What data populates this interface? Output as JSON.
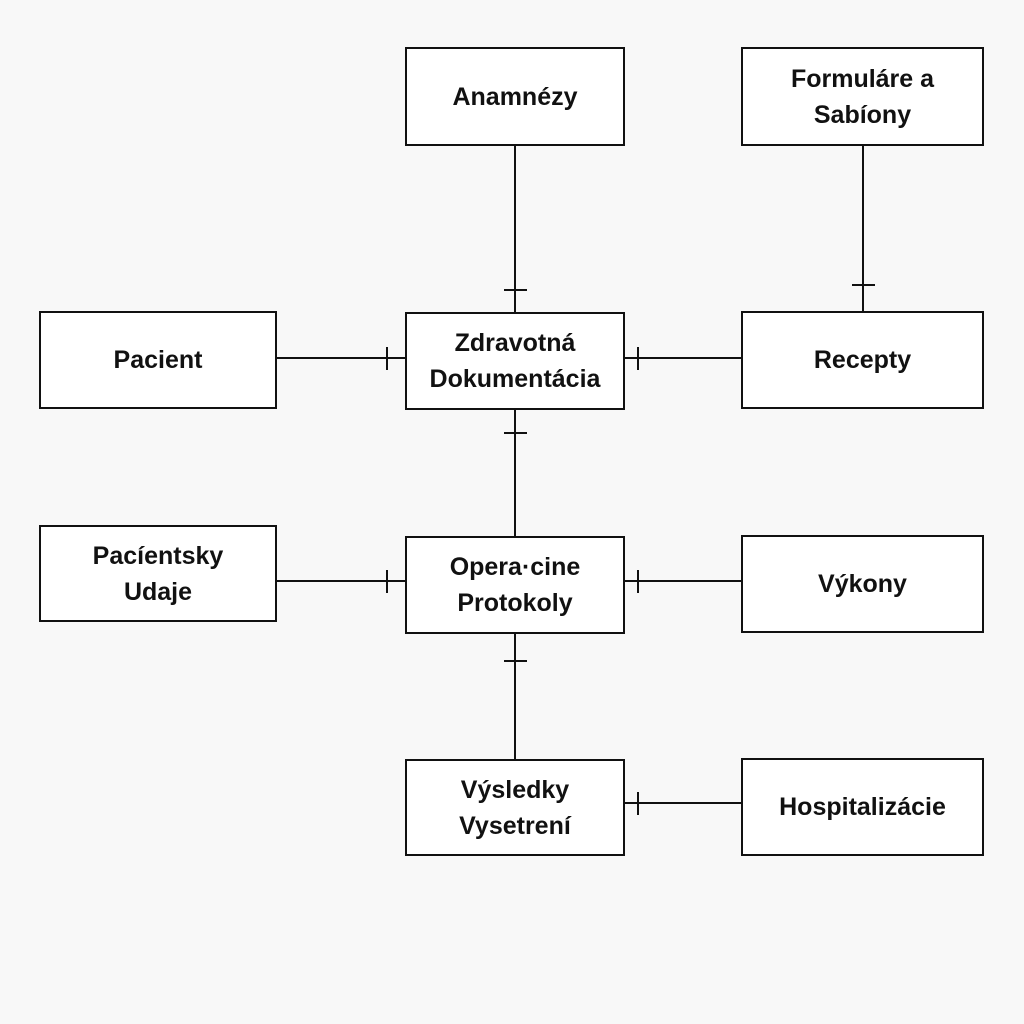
{
  "nodes": {
    "anamnezy": "Anamnézy",
    "formulare": "Formuláre a\nSabíony",
    "pacient": "Pacient",
    "zdravotna": "Zdravotná\nDokumentácia",
    "recepty": "Recepty",
    "pacientsky": "Pacíentsky\nUdaje",
    "operacne": "Opera·cine\n Protokoly",
    "vykony": "Výkony",
    "vysledky": "Výsledky\nVysetrení",
    "hospitalizacie": "Hospitalizácie"
  },
  "connections": [
    {
      "from": "anamnezy",
      "to": "zdravotna"
    },
    {
      "from": "formulare",
      "to": "recepty"
    },
    {
      "from": "pacient",
      "to": "zdravotna"
    },
    {
      "from": "recepty",
      "to": "zdravotna"
    },
    {
      "from": "zdravotna",
      "to": "operacne"
    },
    {
      "from": "pacientsky",
      "to": "operacne"
    },
    {
      "from": "vykony",
      "to": "operacne"
    },
    {
      "from": "operacne",
      "to": "vysledky"
    },
    {
      "from": "hospitalizacie",
      "to": "vysledky"
    }
  ],
  "colors": {
    "background": "#f8f8f8",
    "box_fill": "#ffffff",
    "stroke": "#111111"
  }
}
